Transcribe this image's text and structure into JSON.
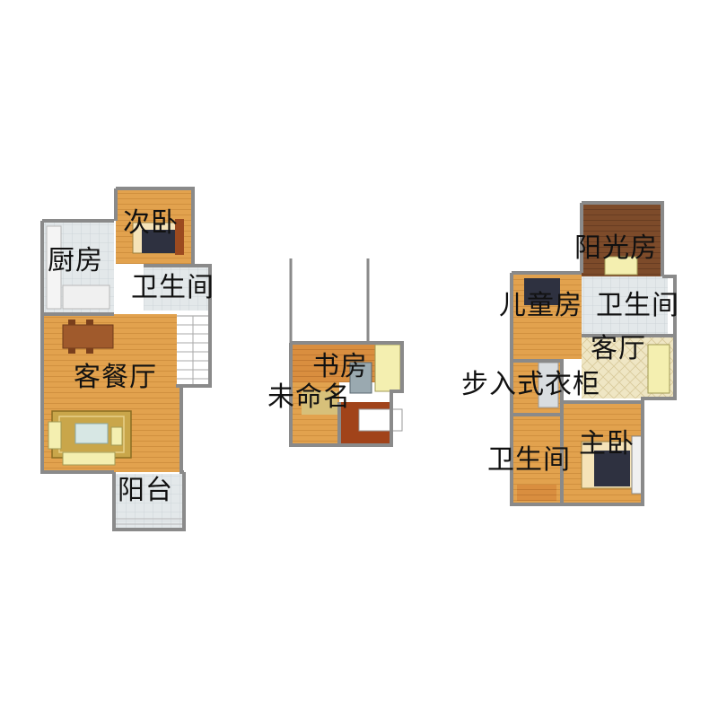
{
  "floors": [
    {
      "name": "floor-1",
      "rooms": [
        {
          "id": "second-bedroom",
          "label": "次卧"
        },
        {
          "id": "kitchen",
          "label": "厨房"
        },
        {
          "id": "bathroom",
          "label": "卫生间"
        },
        {
          "id": "living-dining",
          "label": "客餐厅"
        },
        {
          "id": "balcony",
          "label": "阳台"
        }
      ]
    },
    {
      "name": "floor-2",
      "rooms": [
        {
          "id": "study",
          "label": "书房"
        },
        {
          "id": "unnamed",
          "label": "未命名"
        }
      ]
    },
    {
      "name": "floor-3",
      "rooms": [
        {
          "id": "sunroom",
          "label": "阳光房"
        },
        {
          "id": "kids-room",
          "label": "儿童房"
        },
        {
          "id": "bathroom-upper",
          "label": "卫生间"
        },
        {
          "id": "living-room",
          "label": "客厅"
        },
        {
          "id": "walk-in-closet",
          "label": "步入式衣柜"
        },
        {
          "id": "master-bedroom",
          "label": "主卧"
        },
        {
          "id": "bathroom-lower",
          "label": "卫生间"
        }
      ]
    }
  ],
  "colors": {
    "wall": "#8a8a8a",
    "wood_floor": "#e3a44f",
    "wood_dark": "#cc7f35",
    "tile": "#dde3e6",
    "brown_room": "#7a4a2a",
    "bed_cover": "#2e3140",
    "sofa": "#f4efb0",
    "rug": "#c9a64a"
  }
}
